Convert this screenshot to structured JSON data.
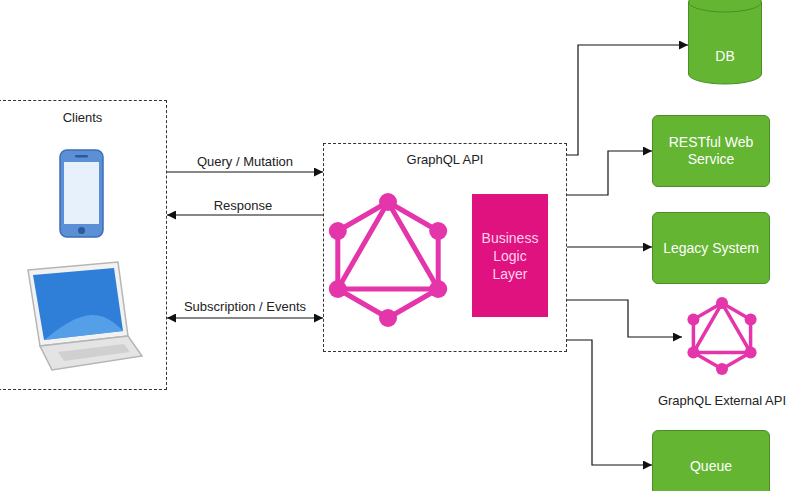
{
  "diagram": {
    "nodes": [
      {
        "text": [
          "Clients"
        ]
      },
      {
        "text": [
          "GraphQL API"
        ]
      },
      {
        "text": [
          "Business Logic Layer"
        ],
        "in": 1
      },
      {
        "text": [
          "DB"
        ]
      },
      {
        "text": [
          "RESTful Web Service"
        ]
      },
      {
        "text": [
          "Legacy System"
        ]
      },
      {
        "text": [
          "GraphQL External API"
        ]
      },
      {
        "text": [
          "Queue"
        ]
      }
    ],
    "edges": [
      {
        "from": 0,
        "to": 1,
        "label": "Query / Mutation",
        "arrow": "to"
      },
      {
        "from": 1,
        "to": 0,
        "label": "Response",
        "arrow": "to"
      },
      {
        "from": 0,
        "to": 1,
        "label": "Subscription / Events",
        "arrow": "both"
      },
      {
        "from": 1,
        "to": 3,
        "arrow": "to"
      },
      {
        "from": 1,
        "to": 4,
        "arrow": "to"
      },
      {
        "from": 1,
        "to": 5,
        "arrow": "to"
      },
      {
        "from": 1,
        "to": 6,
        "arrow": "to"
      },
      {
        "from": 1,
        "to": 7,
        "arrow": "to"
      }
    ]
  }
}
